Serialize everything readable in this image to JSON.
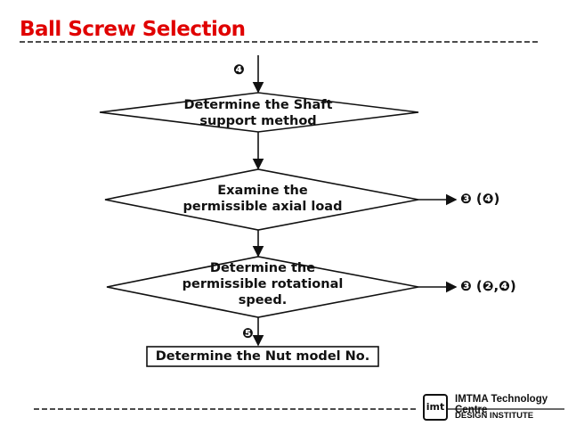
{
  "title": "Ball Screw Selection",
  "top_marker": "❹",
  "steps": [
    {
      "line1": "Determine the Shaft",
      "line2": "support method"
    },
    {
      "line1": "Examine the",
      "line2": "permissible axial load",
      "side": "❸ (❹)"
    },
    {
      "line1": "Determine the",
      "line2": "permissible rotational",
      "line3": "speed.",
      "side": "❸ (❷,❹)"
    }
  ],
  "bottom_marker": "❺",
  "final_box": "Determine the Nut model No.",
  "footer": {
    "logo_text": "imt",
    "org_line1": "IMTMA Technology Centre",
    "org_line2": "DESIGN INSTITUTE"
  }
}
